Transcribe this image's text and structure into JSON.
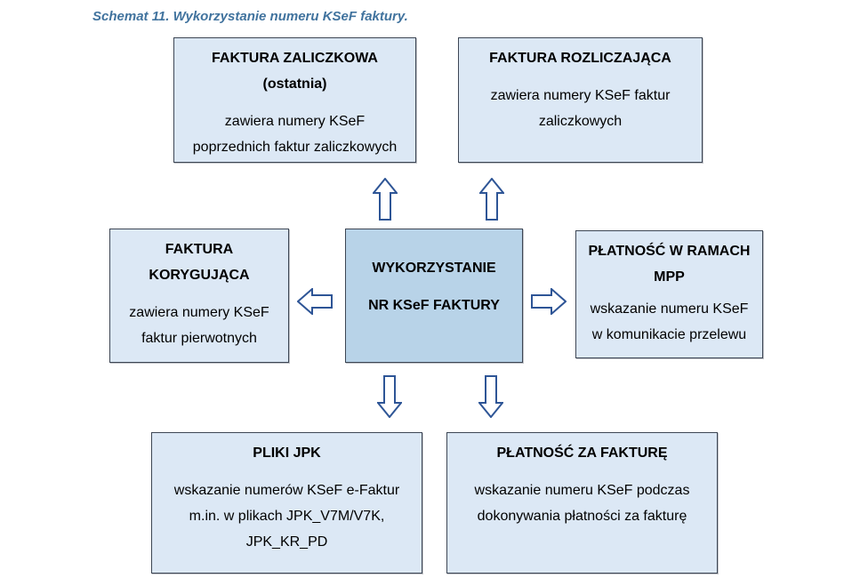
{
  "title": "Schemat 11. Wykorzystanie numeru KSeF faktury.",
  "colors": {
    "caption_text": "#41739e",
    "box_fill": "#dce8f5",
    "center_box_fill": "#b8d3e8",
    "box_border": "#3d4654",
    "arrow_outline": "#2e5596",
    "arrow_fill": "#ffffff",
    "text": "#000000"
  },
  "boxes": {
    "top_left": {
      "heading": [
        "FAKTURA ZALICZKOWA",
        "(ostatnia)"
      ],
      "body": [
        "zawiera numery KSeF",
        "poprzednich faktur zaliczkowych"
      ]
    },
    "top_right": {
      "heading": [
        "FAKTURA ROZLICZAJĄCA"
      ],
      "body": [
        "zawiera numery KSeF faktur",
        "zaliczkowych"
      ]
    },
    "mid_left": {
      "heading": [
        "FAKTURA",
        "KORYGUJĄCA"
      ],
      "body": [
        "zawiera numery KSeF",
        "faktur pierwotnych"
      ]
    },
    "center": {
      "heading": [
        "WYKORZYSTANIE",
        "NR KSeF FAKTURY"
      ]
    },
    "mid_right": {
      "heading": [
        "PŁATNOŚĆ W RAMACH",
        "MPP"
      ],
      "body": [
        "wskazanie numeru KSeF",
        "w komunikacie przelewu"
      ]
    },
    "bottom_left": {
      "heading": [
        "PLIKI JPK"
      ],
      "body": [
        "wskazanie numerów KSeF e-Faktur",
        "m.in. w plikach JPK_V7M/V7K,",
        "JPK_KR_PD"
      ]
    },
    "bottom_right": {
      "heading": [
        "PŁATNOŚĆ ZA FAKTURĘ"
      ],
      "body": [
        "wskazanie numeru KSeF podczas",
        "dokonywania płatności za fakturę"
      ]
    }
  },
  "icons": {
    "arrow_up": "hollow block arrow pointing up",
    "arrow_down": "hollow block arrow pointing down",
    "arrow_left": "hollow block arrow pointing left",
    "arrow_right": "hollow block arrow pointing right"
  }
}
